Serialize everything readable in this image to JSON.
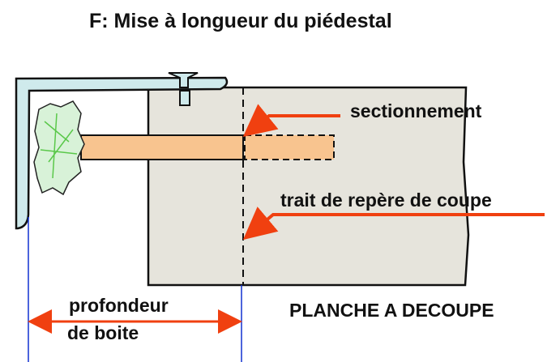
{
  "title": "F: Mise à longueur du piédestal",
  "labels": {
    "sectionnement": "sectionnement",
    "trait": "trait de repère de coupe",
    "profondeur_1": "profondeur",
    "profondeur_2": "de boite",
    "planche": "PLANCHE A DECOUPE"
  },
  "colors": {
    "bracket": "#cfeaec",
    "panel": "#e6e4dc",
    "bar": "#f8c48f",
    "arrow": "#f04010",
    "guide": "#1030d0"
  }
}
